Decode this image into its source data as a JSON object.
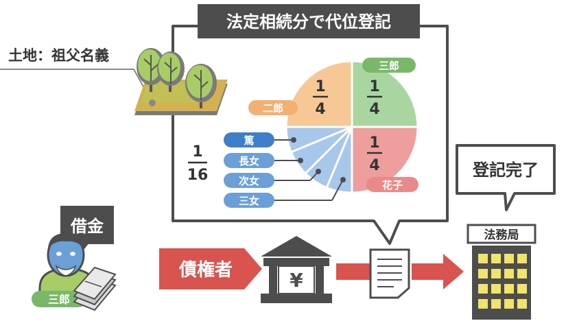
{
  "title": "法定相続分で代位登記",
  "land_label": "土地：祖父名義",
  "pie": {
    "fraction_jiro": "1|4",
    "fraction_saburo": "1|4",
    "fraction_hanako": "1|4",
    "fraction_small": "1|16",
    "slice_colors": {
      "jiro": "#F7C896",
      "saburo": "#A9D6A0",
      "hanako": "#EE9E9D",
      "small": "#A8C7EC"
    }
  },
  "heirs": {
    "jiro": "二郎",
    "saburo": "三郎",
    "hanako": "花子",
    "atsushi": "篤",
    "eldest_daughter": "長女",
    "second_daughter": "次女",
    "third_daughter": "三女"
  },
  "debt": "借金",
  "debtor_name": "三郎",
  "creditor": "債権者",
  "yen_symbol": "¥",
  "registry_office": "法務局",
  "completion": "登記完了",
  "colors": {
    "dark_label": "#4d4d4d",
    "red_accent": "#d9534f",
    "green_tag": "#7ab869",
    "orange_tag": "#f3b070",
    "pink_tag": "#e98a8a",
    "blue_tag": "#6b9fd8",
    "dark_blue_tag": "#3f7fc8",
    "building_yellow": "#f0e46a"
  }
}
